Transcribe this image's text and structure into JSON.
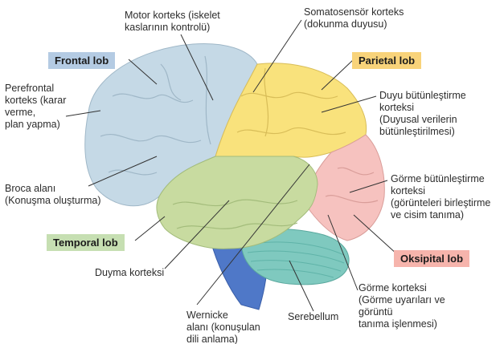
{
  "lobes": {
    "frontal": "Frontal lob",
    "parietal": "Parietal lob",
    "temporal": "Temporal lob",
    "occipital": "Oksipital lob"
  },
  "regions": {
    "motor": "Motor korteks (iskelet\nkaslarının kontrolü)",
    "somatosensory": "Somatosensör korteks\n(dokunma duyusu)",
    "prefrontal": "Perefrontal\nkorteks (karar\nverme,\nplan yapma)",
    "sensory_integration": "Duyu bütünleştirme\nkorteksi\n(Duyusal verilerin\nbütünleştirilmesi)",
    "broca": "Broca alanı\n(Konuşma oluşturma)",
    "visual_integration": "Görme bütünleştirme\nkorteksi\n(görünteleri birleştirme\nve cisim tanıma)",
    "auditory": "Duyma korteksi",
    "visual": "Görme korteksi\n(Görme uyarıları ve\ngörüntü\ntanıma işlenmesi)",
    "wernicke": "Wernicke\nalanı (konuşulan\ndili anlama)",
    "cerebellum": "Serebellum"
  },
  "colors": {
    "frontal": "#c5d9e6",
    "parietal": "#f9e27c",
    "temporal": "#c8dba0",
    "occipital": "#f6c2bf",
    "cerebellum": "#7fc9bf",
    "brainstem": "#4f78c8"
  }
}
